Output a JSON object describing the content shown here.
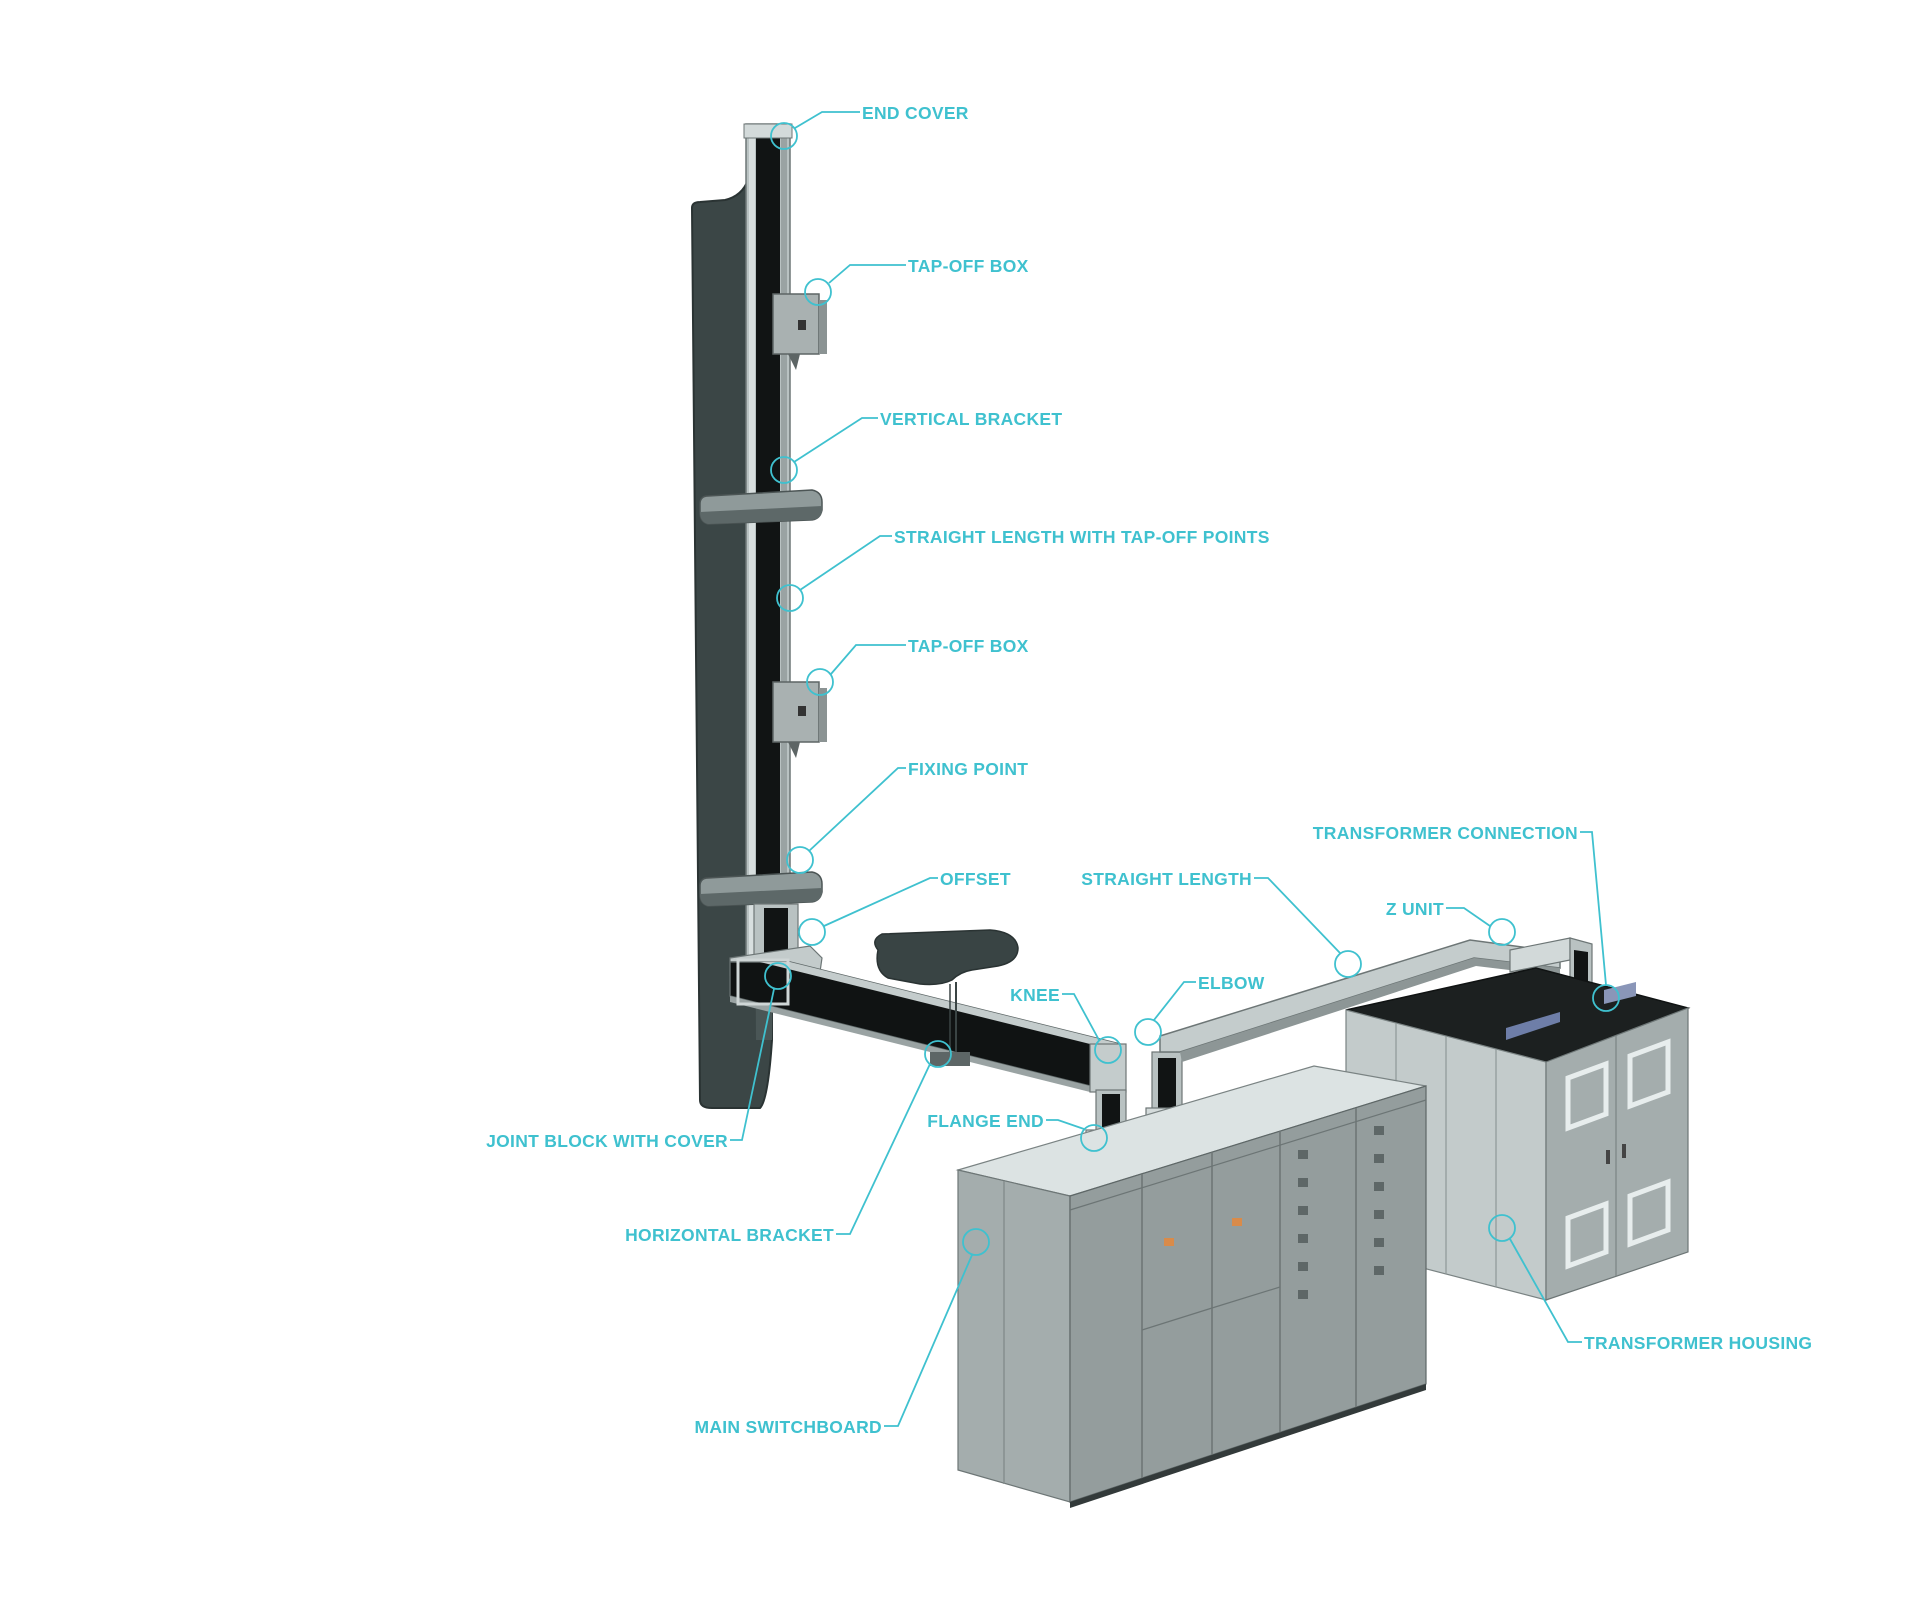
{
  "accent_color": "#3fc1cf",
  "labels": {
    "end_cover": "END COVER",
    "tap_off_box_upper": "TAP-OFF BOX",
    "vertical_bracket": "VERTICAL BRACKET",
    "straight_length_tap_off": "STRAIGHT LENGTH WITH TAP-OFF POINTS",
    "tap_off_box_lower": "TAP-OFF BOX",
    "fixing_point": "FIXING POINT",
    "offset": "OFFSET",
    "straight_length": "STRAIGHT LENGTH",
    "transformer_connection": "TRANSFORMER CONNECTION",
    "z_unit": "Z UNIT",
    "knee": "KNEE",
    "elbow": "ELBOW",
    "flange_end": "FLANGE END",
    "joint_block_with_cover": "JOINT BLOCK WITH COVER",
    "horizontal_bracket": "HORIZONTAL BRACKET",
    "main_switchboard": "MAIN SWITCHBOARD",
    "transformer_housing": "TRANSFORMER HOUSING"
  }
}
